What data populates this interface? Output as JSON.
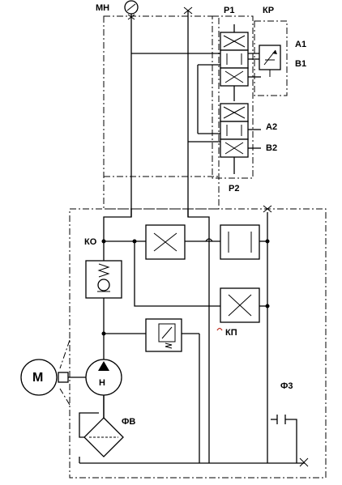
{
  "labels": {
    "mn": "МН",
    "p1": "Р1",
    "kr": "КР",
    "a1": "А1",
    "b1": "В1",
    "a2": "А2",
    "b2": "В2",
    "p2": "Р2",
    "ko": "КО",
    "kp": "КП",
    "f3": "Ф3",
    "fv": "ФВ",
    "motor": "М",
    "pump": "Н"
  }
}
